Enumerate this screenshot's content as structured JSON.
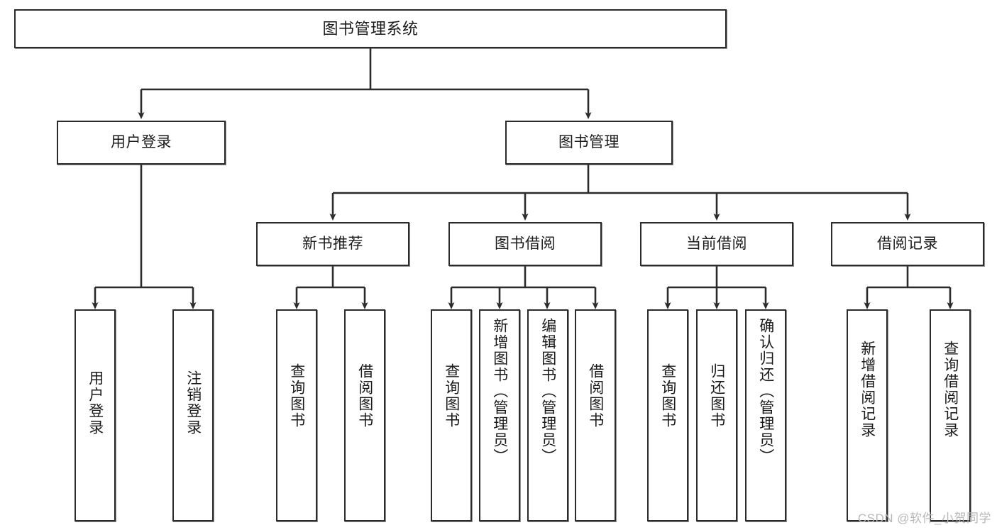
{
  "diagram": {
    "title": "图书管理系统",
    "type": "hierarchy-tree",
    "colors": {
      "node_border": "#2b2b2b",
      "node_fill": "#ffffff",
      "edge": "#2b2b2b",
      "watermark": "#b8b8b8",
      "background": "#ffffff"
    },
    "watermark": "CSDN @软件_小贺同学",
    "levels": {
      "root": {
        "label": "图书管理系统"
      },
      "level2": [
        {
          "label": "用户登录"
        },
        {
          "label": "图书管理"
        }
      ],
      "level3": [
        {
          "label": "新书推荐"
        },
        {
          "label": "图书借阅"
        },
        {
          "label": "当前借阅"
        },
        {
          "label": "借阅记录"
        }
      ],
      "leaves": {
        "user_login": [
          {
            "label": "用户登录"
          },
          {
            "label": "注销登录"
          }
        ],
        "new_book_recommend": [
          {
            "label": "查询图书"
          },
          {
            "label": "借阅图书"
          }
        ],
        "book_borrow": [
          {
            "label": "查询图书"
          },
          {
            "label": "新增图书（管理员）"
          },
          {
            "label": "编辑图书（管理员）"
          },
          {
            "label": "借阅图书"
          }
        ],
        "current_borrow": [
          {
            "label": "查询图书"
          },
          {
            "label": "归还图书"
          },
          {
            "label": "确认归还（管理员）"
          }
        ],
        "borrow_record": [
          {
            "label": "新增借阅记录"
          },
          {
            "label": "查询借阅记录"
          }
        ]
      }
    }
  }
}
